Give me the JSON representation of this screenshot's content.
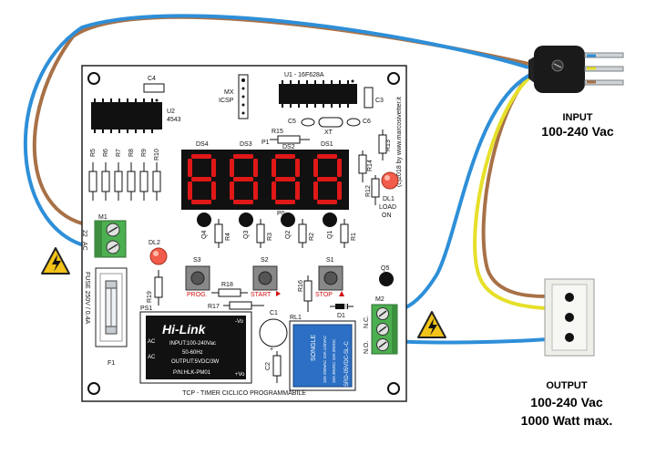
{
  "board": {
    "title": "TCP - TIMER CICLICO PROGRAMMABILE",
    "credit": "(c)2018 by www.marcosivetter.it"
  },
  "ics": {
    "u1": "U1 - 16F628A",
    "u2": "U2",
    "u2_part": "4543"
  },
  "icsp": {
    "line1": "MX",
    "line2": "ICSP"
  },
  "displays": {
    "ds4": "DS4",
    "ds3": "DS3",
    "ds2": "DS2",
    "ds1": "DS1",
    "digits": "8888"
  },
  "components": {
    "c4": "C4",
    "c3": "C3",
    "c5": "C5",
    "c6": "C6",
    "xt": "XT",
    "p1": "P1",
    "p0": "P0",
    "r15": "R15",
    "r5": "R5",
    "r6": "R6",
    "r7": "R7",
    "r8": "R8",
    "r9": "R9",
    "r10": "R10",
    "r13": "R13",
    "r14": "R14",
    "r12": "R12",
    "q4": "Q4",
    "q3": "Q3",
    "q2": "Q2",
    "q1": "Q1",
    "q5": "Q5",
    "r4": "R4",
    "r3": "R3",
    "r2": "R2",
    "r1": "R1",
    "dl1": "DL1",
    "dl1_load": "LOAD",
    "dl1_on": "ON",
    "dl2": "DL2",
    "m1": "M1",
    "m2": "M2",
    "m1_22": "22",
    "m1_ac": "AC",
    "m2_nc": "N.C.",
    "m2_no": "N.O.",
    "s1": "S1",
    "s2": "S2",
    "s3": "S3",
    "prog": "PROG.",
    "start": "START",
    "stop": "STOP",
    "r16": "R16",
    "r17": "R17",
    "r18": "R18",
    "r19": "R19",
    "ps1": "PS1",
    "c1": "C1",
    "c2": "C2",
    "rl1": "RL1",
    "d1": "D1",
    "f1": "F1",
    "fuse": "FUSE 250V / 0.4A"
  },
  "psu": {
    "logo": "Hi-Link",
    "input": "INPUT:100-240Vac",
    "freq": "50-60Hz",
    "output": "OUTPUT:5VDC/3W",
    "pn": "P/N:HLK-PM01",
    "ac1": "AC",
    "ac2": "AC",
    "vo_minus": "-Vo",
    "vo_plus": "+Vo"
  },
  "relay": {
    "brand": "SONGLE",
    "model": "SRD-05VDC-SL-C",
    "spec1": "10A 250VAC 10A 125VAC",
    "spec2": "10A 30VDC 10A 28VDC"
  },
  "input_label": {
    "title": "INPUT",
    "voltage": "100-240 Vac"
  },
  "output_label": {
    "title": "OUTPUT",
    "voltage": "100-240 Vac",
    "power": "1000 Watt max."
  },
  "colors": {
    "pcb": "#ffffff",
    "wire_brown": "#a87147",
    "wire_blue": "#2e8fd8",
    "wire_yellow": "#e6e02a",
    "terminal_green": "#4caf50",
    "display_red": "#e01818",
    "warning_yellow": "#f2c318"
  }
}
